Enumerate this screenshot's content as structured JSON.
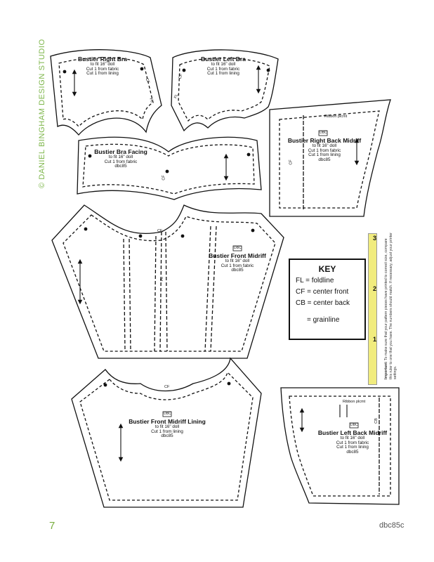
{
  "credit": "© DANIEL BINGHAM DESIGN STUDIO",
  "page_number": "7",
  "page_code": "dbc85c",
  "pieces": {
    "right_bra": {
      "title": "Bustier Right Bra",
      "line1": "to fit 16\" doll",
      "line2": "Cut 1 from fabric",
      "line3": "Cut 1 from lining"
    },
    "left_bra": {
      "title": "Bustier Left Bra",
      "line1": "to fit 16\" doll",
      "line2": "Cut 1 from fabric",
      "line3": "Cut 1 from lining"
    },
    "bra_facing": {
      "title": "Bustier Bra Facing",
      "line1": "to fit 16\" doll",
      "line2": "Cut 1 from fabric",
      "line3": "dbc85"
    },
    "right_back_midriff": {
      "ribbon": "Ribbon plcmt",
      "title": "Bustier Right Back Midriff",
      "line1": "to fit 16\" doll",
      "line2": "Cut 1 from fabric",
      "line3": "Cut 1 from lining",
      "line4": "dbc85"
    },
    "front_midriff": {
      "title": "Bustier Front Midriff",
      "line1": "to fit 16\" doll",
      "line2": "Cut 1 from fabric",
      "line3": "dbc85"
    },
    "front_midriff_lining": {
      "title": "Bustier Front Midriff Lining",
      "line1": "to fit 16\" doll",
      "line2": "Cut 1 from lining",
      "line3": "dbc85"
    },
    "left_back_midriff": {
      "ribbon": "Ribbon plcmt",
      "title": "Bustier Left Back Midriff",
      "line1": "to fit 16\" doll",
      "line2": "Cut 1 from fabric",
      "line3": "Cut 1 from lining",
      "line4": "dbc85"
    }
  },
  "marks": {
    "fl": "FL",
    "cf": "CF",
    "cb": "CB",
    "logo": "DBC"
  },
  "key": {
    "title": "KEY",
    "fl": "FL = foldline",
    "cf": "CF = center front",
    "cb": "CB = center back",
    "grain": "= grainline"
  },
  "ruler": {
    "marks": [
      "3",
      "2",
      "1"
    ],
    "note_bold": "Important:",
    "note": "To make sure that your pattern pieces have printed to correct size, compare this ruler to one that you have. The numbers should match. If necessary, adjust your printer settings."
  }
}
